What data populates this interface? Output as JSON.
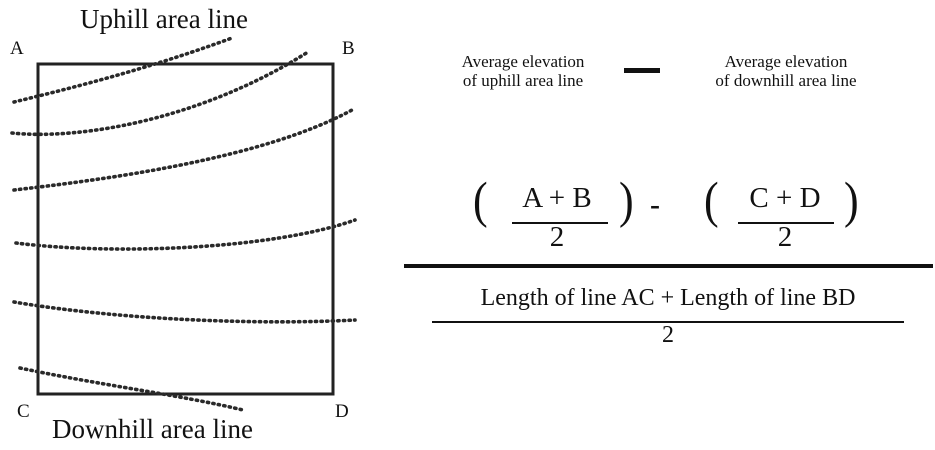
{
  "diagram": {
    "uphill_title": "Uphill area line",
    "downhill_title": "Downhill area line",
    "corners": {
      "a": "A",
      "b": "B",
      "c": "C",
      "d": "D"
    }
  },
  "formula": {
    "uphill_caption_line1": "Average elevation",
    "uphill_caption_line2": "of uphill area line",
    "downhill_caption_line1": "Average elevation",
    "downhill_caption_line2": "of downhill area line",
    "paren_open": "(",
    "paren_close": ")",
    "numerator_ab": "A + B",
    "numerator_cd": "C + D",
    "divisor": "2",
    "minus": "-",
    "denominator_text": "Length of line AC + Length of line BD",
    "denominator_divisor": "2"
  }
}
